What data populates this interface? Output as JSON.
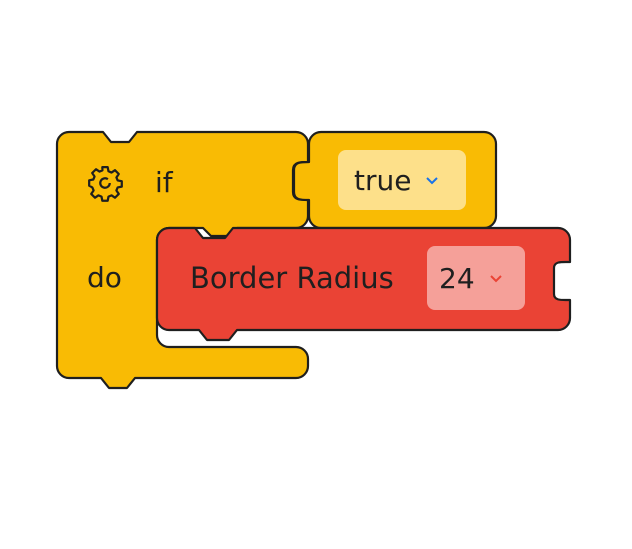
{
  "if_block": {
    "if_label": "if",
    "do_label": "do",
    "icon": "gear-icon",
    "color": "#f9bb04"
  },
  "condition_block": {
    "value": "true",
    "field_color": "#fde08a",
    "chevron_color": "#1a73e8"
  },
  "statement_block": {
    "label": "Border Radius",
    "value": "24",
    "color": "#ea4335",
    "field_color": "#f5a099",
    "chevron_color": "#ea4335"
  }
}
